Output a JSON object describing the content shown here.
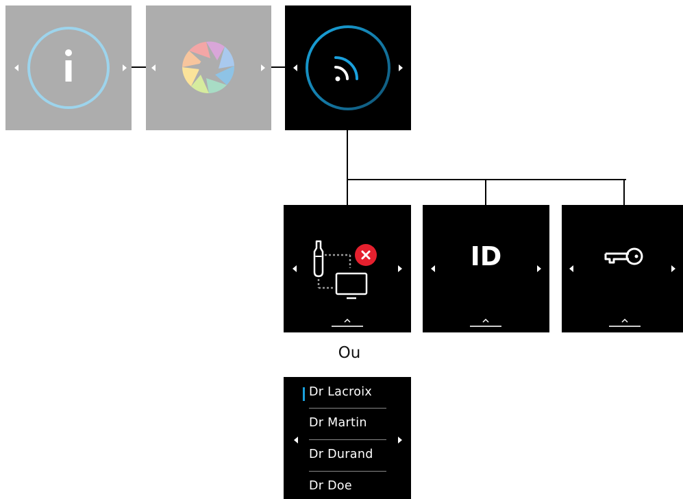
{
  "menu": {
    "top_tiles": [
      {
        "id": "info",
        "icon": "info-icon",
        "state": "inactive"
      },
      {
        "id": "color",
        "icon": "aperture-color-icon",
        "state": "inactive"
      },
      {
        "id": "wireless",
        "icon": "wireless-signal-icon",
        "state": "selected"
      }
    ],
    "sub_tiles": [
      {
        "id": "pairing-error",
        "icon": "device-monitor-disconnected-icon"
      },
      {
        "id": "id",
        "label": "ID"
      },
      {
        "id": "key",
        "icon": "key-icon"
      }
    ],
    "separator_label": "Ou",
    "user_list": [
      "Dr Lacroix",
      "Dr Martin",
      "Dr Durand",
      "Dr Doe"
    ],
    "selected_user_index": 0
  },
  "colors": {
    "accent": "#1aa0dc",
    "error": "#e5202e",
    "tile_dim": "#adadad",
    "tile_dark": "#000000"
  }
}
